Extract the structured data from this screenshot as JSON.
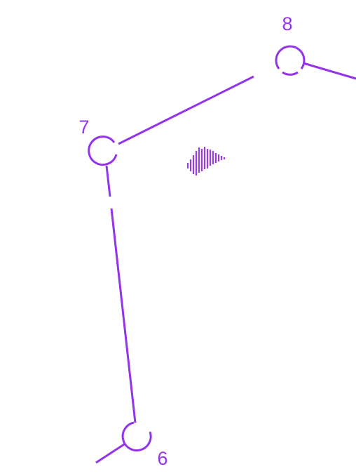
{
  "accent_color": "#9333ea",
  "nodes": [
    {
      "id": "n8",
      "label": "8"
    },
    {
      "id": "n7",
      "label": "7"
    },
    {
      "id": "n6",
      "label": "6"
    }
  ],
  "center_icon": "waveform-icon"
}
